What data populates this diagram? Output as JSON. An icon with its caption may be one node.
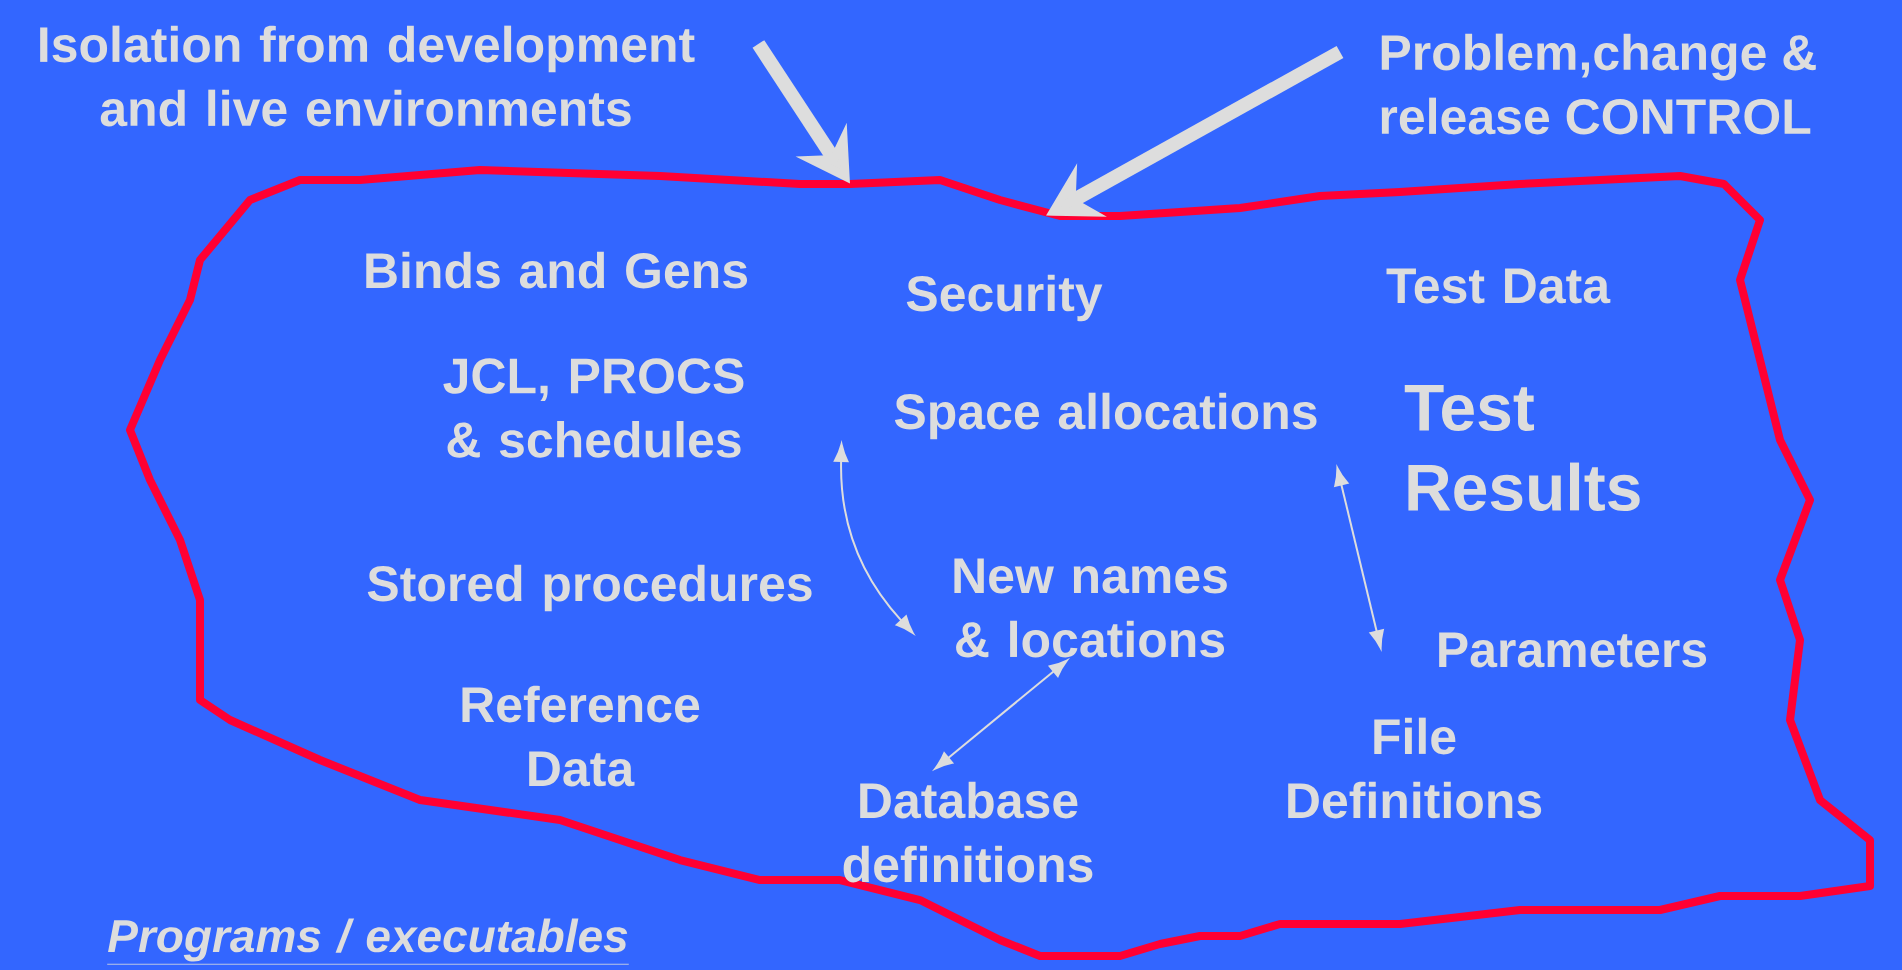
{
  "diagram": {
    "nodes": [
      {
        "text": [
          "Isolation from development and live environments"
        ]
      },
      {
        "text": [
          "Problem,change & release CONTROL"
        ]
      },
      {
        "text": [],
        "shape": "cloud"
      },
      {
        "text": [
          "Space allocations"
        ],
        "in": 2
      },
      {
        "text": [
          "New names & locations"
        ],
        "in": 2
      },
      {
        "text": [
          "Parameters"
        ],
        "in": 2
      },
      {
        "text": [
          "Database definitions"
        ],
        "in": 2
      }
    ],
    "edges": [
      {
        "from": 0,
        "to": 2,
        "arrow": "to",
        "style": "thick"
      },
      {
        "from": 1,
        "to": 2,
        "arrow": "to",
        "style": "thick"
      },
      {
        "from": 3,
        "to": 4,
        "arrow": "both"
      },
      {
        "from": 3,
        "to": 5,
        "arrow": "both"
      },
      {
        "from": 4,
        "to": 6,
        "arrow": "both"
      }
    ],
    "labels": [
      "Binds and Gens",
      "Security",
      "Test Data",
      "JCL, PROCS & schedules",
      "Test Results",
      "Stored procedures",
      "Reference Data",
      "File Definitions",
      "Programs / executables"
    ]
  }
}
